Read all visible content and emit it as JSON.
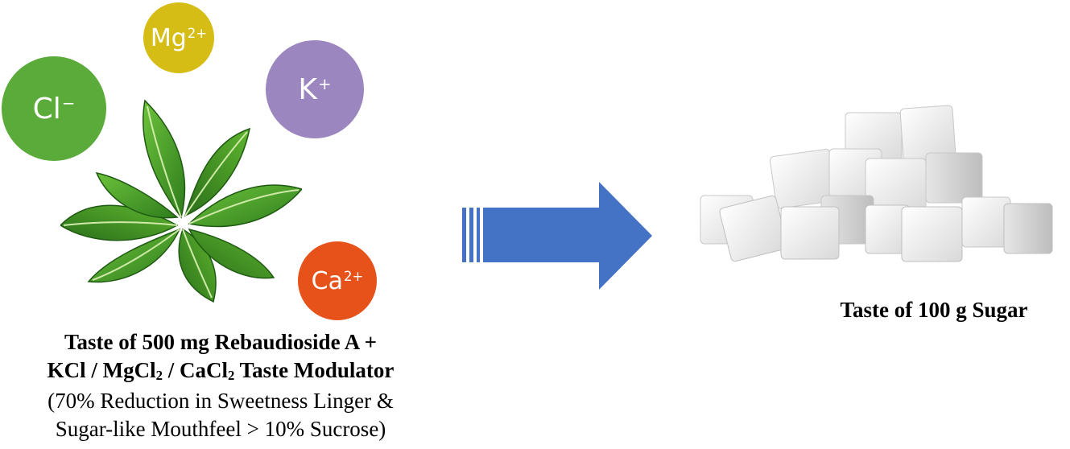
{
  "ions": {
    "mg": {
      "symbol": "Mg",
      "charge": "2+",
      "color": "#d6bd16"
    },
    "cl": {
      "symbol": "Cl",
      "charge": "−",
      "color": "#5aab3a"
    },
    "k": {
      "symbol": "K",
      "charge": "+",
      "color": "#9b86bf"
    },
    "ca": {
      "symbol": "Ca",
      "charge": "2+",
      "color": "#e6521a"
    }
  },
  "left_caption": {
    "line1": "Taste of 500 mg Rebaudioside A +",
    "line2_a": "KCl / MgCl",
    "line2_sub1": "2",
    "line2_b": " / CaCl",
    "line2_sub2": "2",
    "line2_c": " Taste Modulator",
    "line3": "(70% Reduction in Sweetness Linger &",
    "line4": "Sugar-like Mouthfeel > 10% Sucrose)"
  },
  "right_caption": "Taste of 100 g Sugar",
  "colors": {
    "arrow": "#4472c4",
    "leaf_dark": "#2f7d1e",
    "leaf_light": "#5fb52f"
  },
  "images": {
    "left": "stevia-leaves",
    "right": "sugar-cubes"
  }
}
